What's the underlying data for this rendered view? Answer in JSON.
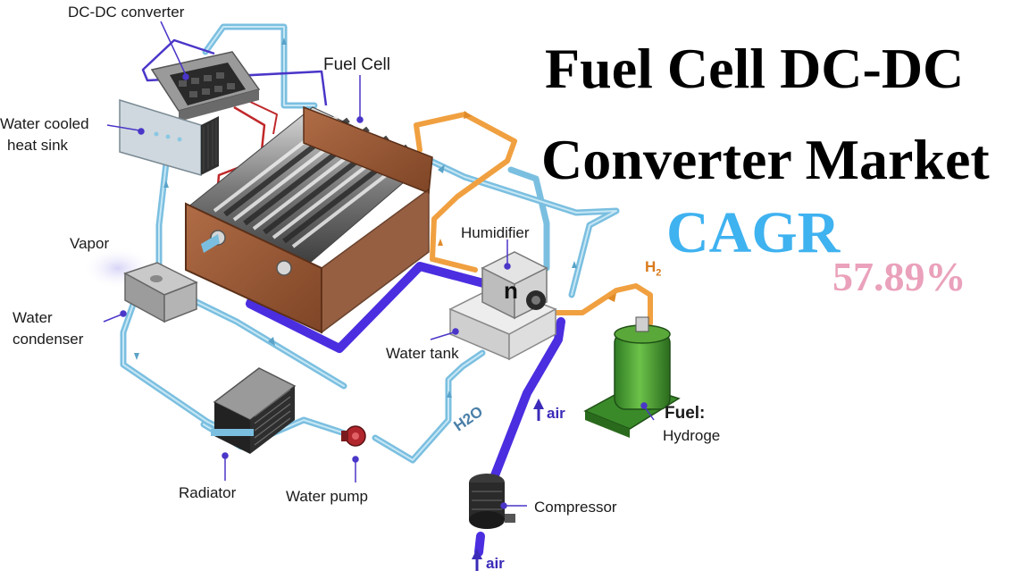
{
  "title": {
    "line1": "Fuel Cell DC-DC",
    "line2": "Converter Market",
    "cagr_label": "CAGR",
    "cagr_value": "57.89%"
  },
  "colors": {
    "title": "#000000",
    "cagr_label": "#3fb2f0",
    "cagr_value": "#eaa1bb",
    "coolant_pipe": "#7bbfe0",
    "air_pipe": "#4a2ee0",
    "hydrogen_pipe": "#f0a040",
    "electric_wire": "#c0282a",
    "control_wire": "#4a36c8",
    "fuel_cell_plate": "#9a5a38",
    "hydrogen_tank": "#3f9a2f"
  },
  "labels": {
    "dc_dc_converter": "DC-DC converter",
    "fuel_cell": "Fuel Cell",
    "water_cooled_line1": "Water cooled",
    "water_cooled_line2": "heat sink",
    "vapor": "Vapor",
    "water_line1": "Water",
    "water_line2": "condenser",
    "humidifier": "Humidifier",
    "h2": "H",
    "h2_sub": "2",
    "water_tank": "Water tank",
    "h2o": "H2O",
    "air_top": "air",
    "fuel_line1": "Fuel:",
    "fuel_line2": "Hydroge",
    "radiator": "Radiator",
    "water_pump": "Water pump",
    "compressor": "Compressor",
    "air_bottom": "air",
    "humidifier_mark": "n"
  },
  "icons": [
    "up-arrow-icon",
    "flow-arrow-icon"
  ]
}
